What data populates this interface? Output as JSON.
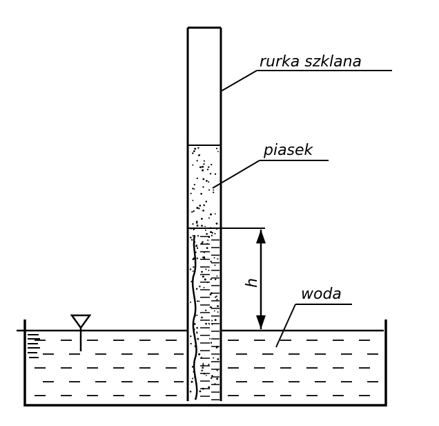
{
  "diagram": {
    "labels": {
      "tube": "rurka szklana",
      "sand": "piasek",
      "height": "h",
      "water": "woda"
    },
    "colors": {
      "ink": "#000000",
      "paper": "#ffffff"
    },
    "icons": {
      "water_level_marker": "inverted-triangle-icon"
    }
  }
}
